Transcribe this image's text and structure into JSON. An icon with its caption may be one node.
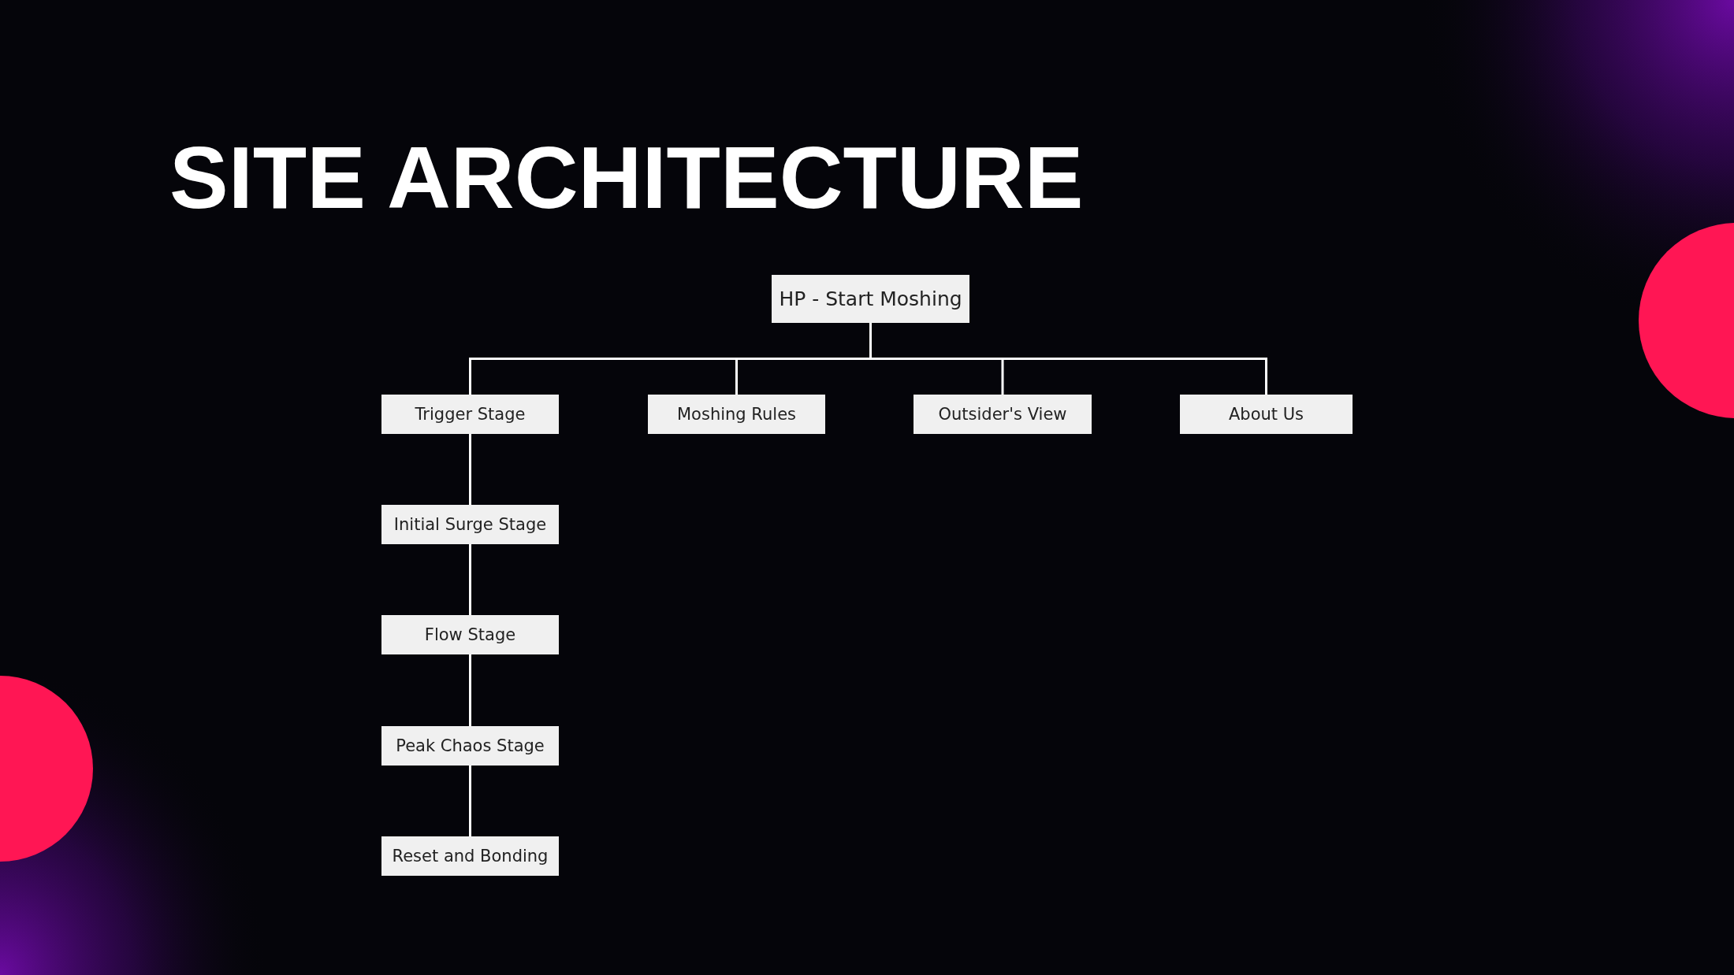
{
  "diagram": {
    "title": "SITE ARCHITECTURE",
    "nodes": [
      {
        "text": [
          "HP - Start Moshing"
        ]
      },
      {
        "text": [
          "Trigger Stage"
        ]
      },
      {
        "text": [
          "Moshing Rules"
        ]
      },
      {
        "text": [
          "Outsider's View"
        ]
      },
      {
        "text": [
          "About Us"
        ]
      },
      {
        "text": [
          "Initial Surge Stage"
        ]
      },
      {
        "text": [
          "Flow Stage"
        ]
      },
      {
        "text": [
          "Peak Chaos Stage"
        ]
      },
      {
        "text": [
          "Reset and Bonding"
        ]
      }
    ],
    "edges": [
      {
        "from": 0,
        "to": 1,
        "arrow": "none"
      },
      {
        "from": 0,
        "to": 2,
        "arrow": "none"
      },
      {
        "from": 0,
        "to": 3,
        "arrow": "none"
      },
      {
        "from": 0,
        "to": 4,
        "arrow": "none"
      },
      {
        "from": 1,
        "to": 5,
        "arrow": "none"
      },
      {
        "from": 5,
        "to": 6,
        "arrow": "none"
      },
      {
        "from": 6,
        "to": 7,
        "arrow": "none"
      },
      {
        "from": 7,
        "to": 8,
        "arrow": "none"
      }
    ]
  }
}
